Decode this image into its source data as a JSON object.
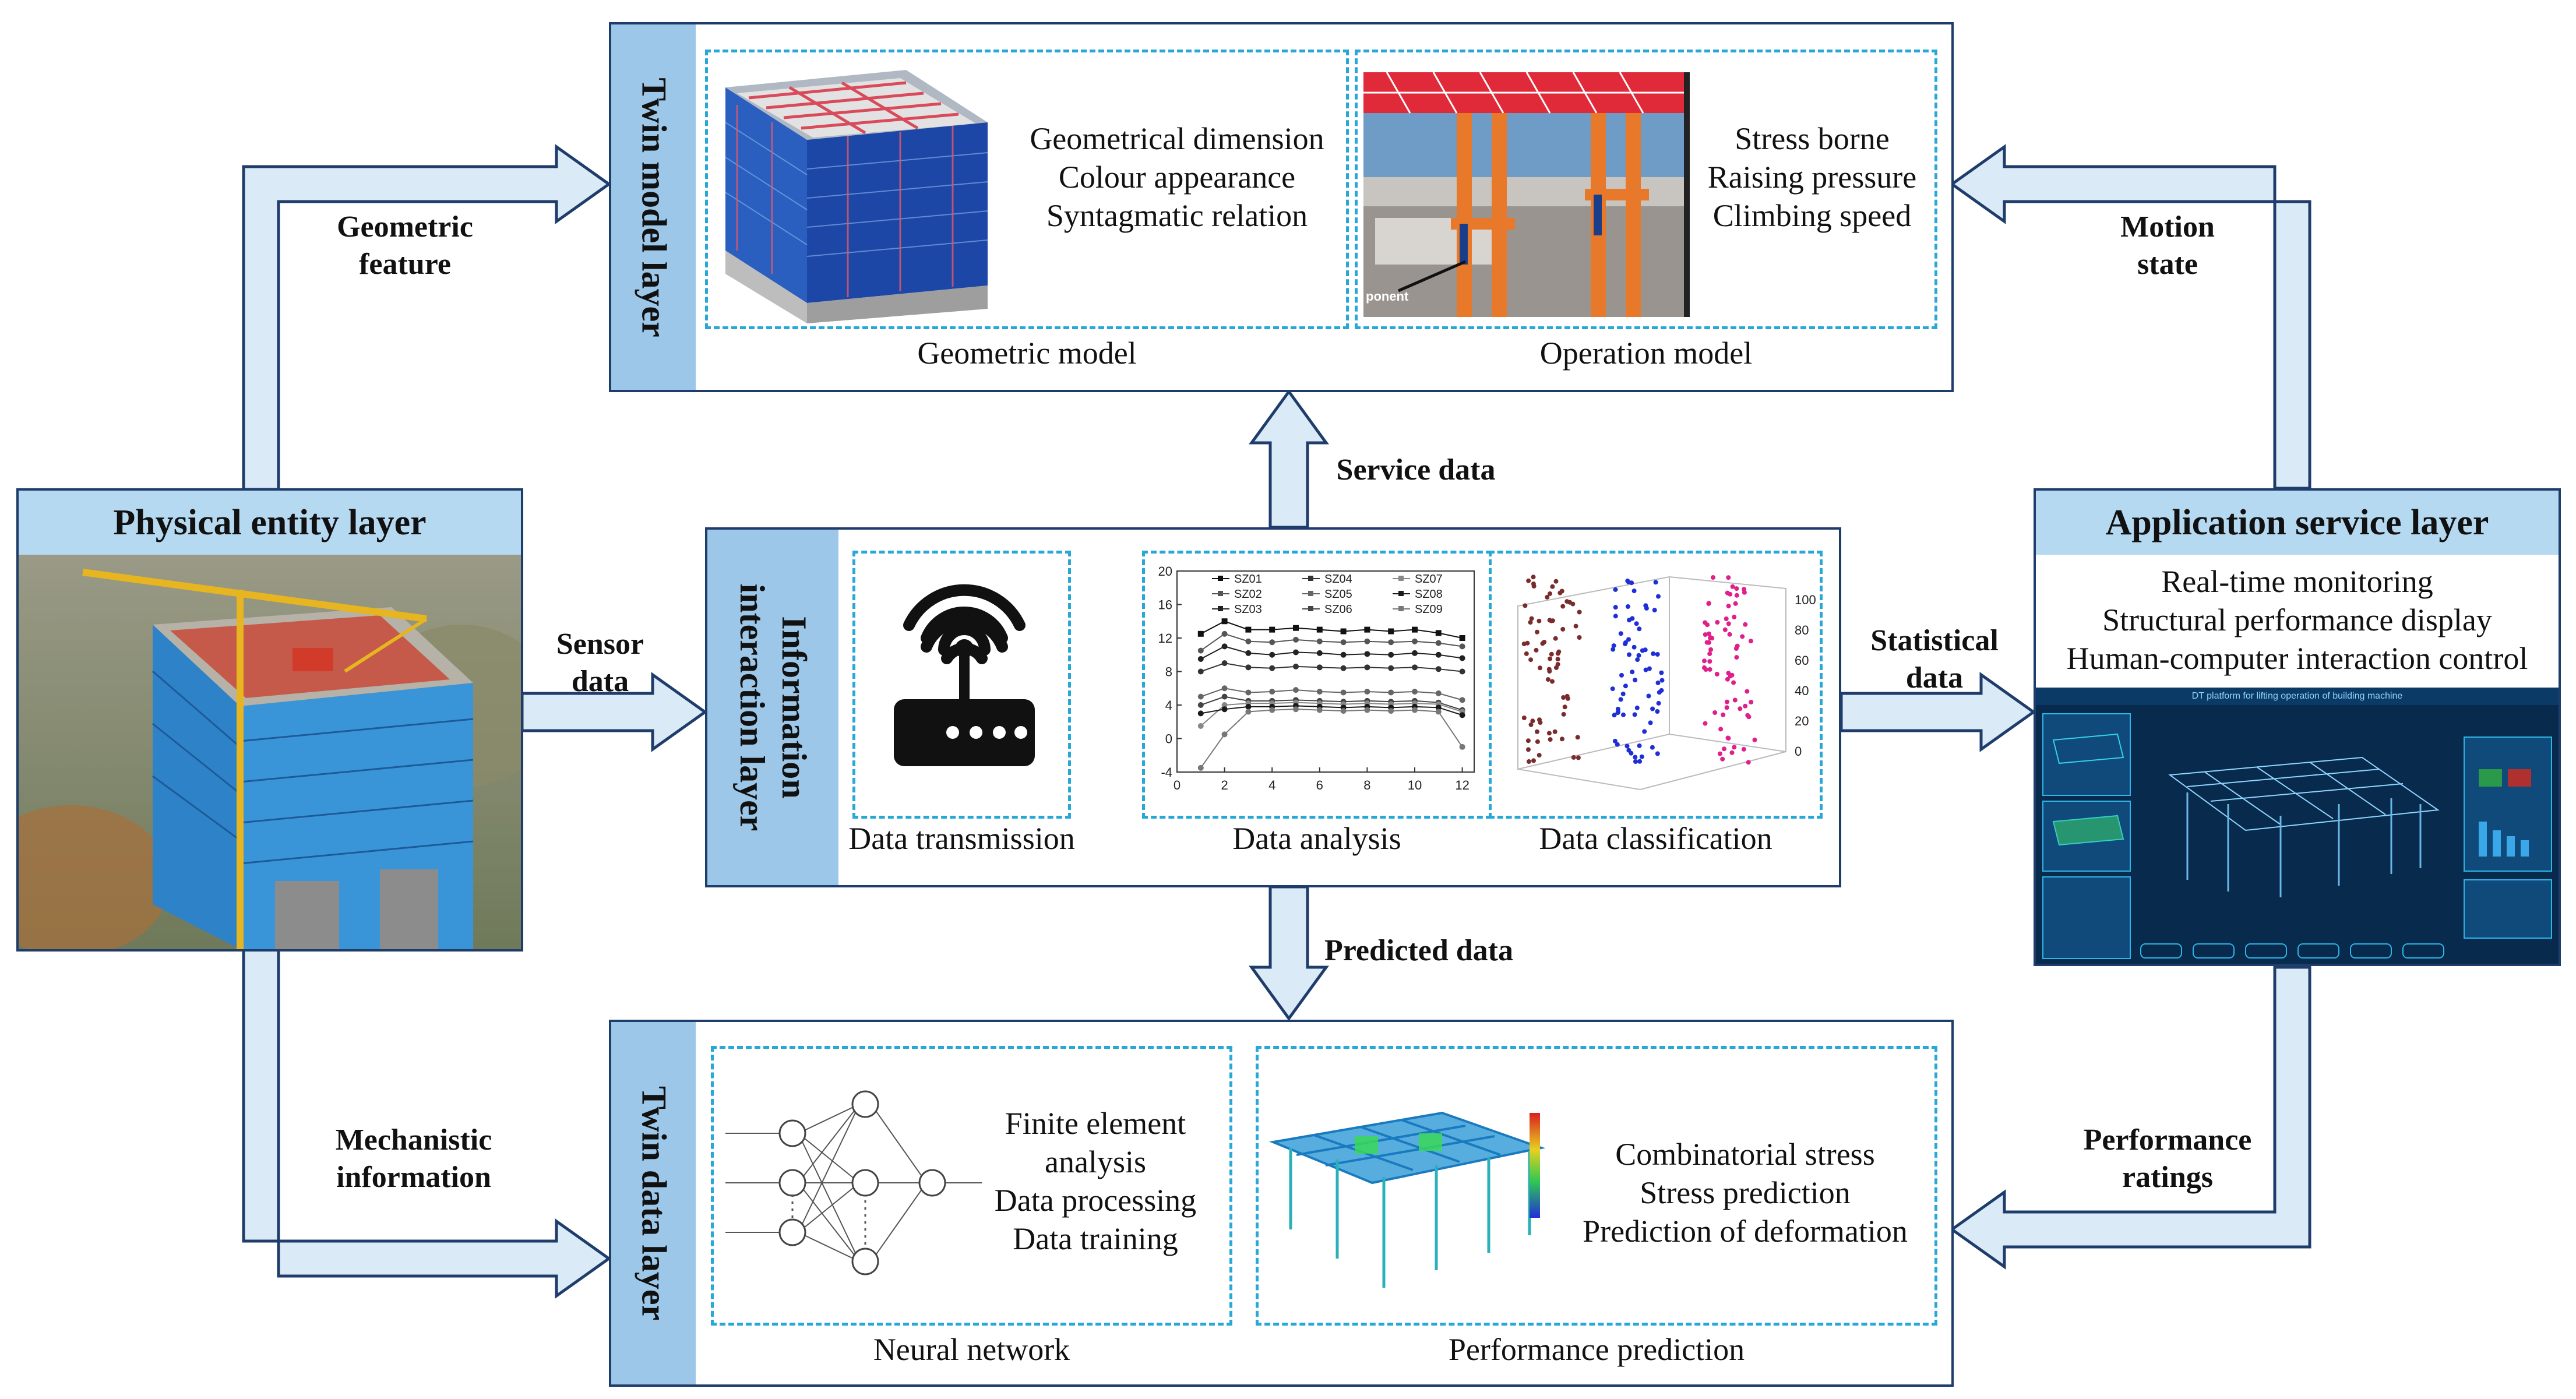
{
  "layers": {
    "twin_model": {
      "title": "Twin model layer",
      "geometric_model": {
        "caption": "Geometric model",
        "features": [
          "Geometrical dimension",
          "Colour appearance",
          "Syntagmatic relation"
        ]
      },
      "operation_model": {
        "caption": "Operation model",
        "features": [
          "Stress borne",
          "Raising pressure",
          "Climbing speed"
        ],
        "image_label": "ponent"
      }
    },
    "physical_entity": {
      "title": "Physical entity layer"
    },
    "information_interaction": {
      "title": "Information interaction layer",
      "title_lines": [
        "Information",
        "interaction layer"
      ],
      "panels": [
        "Data transmission",
        "Data analysis",
        "Data classification"
      ]
    },
    "application_service": {
      "title": "Application service layer",
      "features": [
        "Real-time monitoring",
        "Structural performance display",
        "Human-computer interaction control"
      ],
      "screen_title": "DT platform for lifting operation of building machine"
    },
    "twin_data": {
      "title": "Twin data layer",
      "neural_network": {
        "caption": "Neural network",
        "features": [
          "Finite element",
          "analysis",
          "Data processing",
          "Data training"
        ]
      },
      "performance_prediction": {
        "caption": "Performance prediction",
        "features": [
          "Combinatorial stress",
          "Stress prediction",
          "Prediction of deformation"
        ]
      }
    }
  },
  "flows": {
    "geometric_feature": [
      "Geometric",
      "feature"
    ],
    "motion_state": [
      "Motion",
      "state"
    ],
    "service_data": [
      "Service data"
    ],
    "sensor_data": [
      "Sensor",
      "data"
    ],
    "statistical_data": [
      "Statistical",
      "data"
    ],
    "predicted_data": [
      "Predicted data"
    ],
    "mechanistic_information": [
      "Mechanistic",
      "information"
    ],
    "performance_ratings": [
      "Performance",
      "ratings"
    ]
  },
  "chart_data": {
    "type": "line",
    "legend": [
      "SZ01",
      "SZ02",
      "SZ03",
      "SZ04",
      "SZ05",
      "SZ06",
      "SZ07",
      "SZ08",
      "SZ09"
    ],
    "x_ticks": [
      0,
      2,
      4,
      6,
      8,
      10,
      12
    ],
    "y_ticks": [
      -4,
      0,
      4,
      8,
      12,
      16,
      20
    ],
    "xlim": [
      0,
      12.5
    ],
    "ylim": [
      -4,
      20
    ],
    "x": [
      1,
      2,
      3,
      4,
      5,
      6,
      7,
      8,
      9,
      10,
      11,
      12
    ],
    "series": [
      {
        "name": "SZ01",
        "values": [
          12.5,
          14,
          13,
          13,
          13.2,
          13,
          12.8,
          13,
          12.8,
          13,
          12.6,
          12
        ]
      },
      {
        "name": "SZ02",
        "values": [
          10.5,
          12.5,
          11.6,
          11.5,
          11.8,
          11.6,
          11.5,
          11.6,
          11.5,
          11.6,
          11.4,
          11
        ]
      },
      {
        "name": "SZ03",
        "values": [
          9.5,
          11,
          10.2,
          10,
          10.3,
          10.2,
          10,
          10.1,
          10,
          10.2,
          10,
          9.6
        ]
      },
      {
        "name": "SZ04",
        "values": [
          8,
          9,
          8.5,
          8.4,
          8.6,
          8.5,
          8.4,
          8.5,
          8.4,
          8.5,
          8.3,
          8
        ]
      },
      {
        "name": "SZ05",
        "values": [
          5,
          6,
          5.5,
          5.6,
          5.8,
          5.6,
          5.5,
          5.6,
          5.5,
          5.6,
          5.4,
          4.6
        ]
      },
      {
        "name": "SZ06",
        "values": [
          4,
          5,
          4.5,
          4.5,
          4.6,
          4.5,
          4.4,
          4.5,
          4.4,
          4.5,
          4.3,
          3.4
        ]
      },
      {
        "name": "SZ07",
        "values": [
          1.5,
          4,
          4.2,
          4.2,
          4.3,
          4.2,
          4.1,
          4.2,
          4.1,
          4.2,
          4.1,
          3.2
        ]
      },
      {
        "name": "SZ08",
        "values": [
          3,
          3.5,
          3.8,
          3.8,
          3.9,
          3.8,
          3.7,
          3.8,
          3.7,
          3.8,
          3.7,
          2.8
        ]
      },
      {
        "name": "SZ09",
        "values": [
          -3.5,
          0.5,
          3.2,
          3.4,
          3.5,
          3.4,
          3.3,
          3.4,
          3.3,
          3.4,
          3.2,
          -1
        ]
      }
    ]
  },
  "chart_3d": {
    "z_ticks": [
      0,
      20,
      40,
      60,
      80,
      100
    ]
  },
  "colors": {
    "border": "#1f3d6b",
    "tab": "#9cc7e8",
    "dashed": "#29a8d8",
    "arrow_fill": "#dbeaf7",
    "cluster_1": "#7a2c2c",
    "cluster_2": "#1f2fd6",
    "cluster_3": "#e0208a"
  }
}
